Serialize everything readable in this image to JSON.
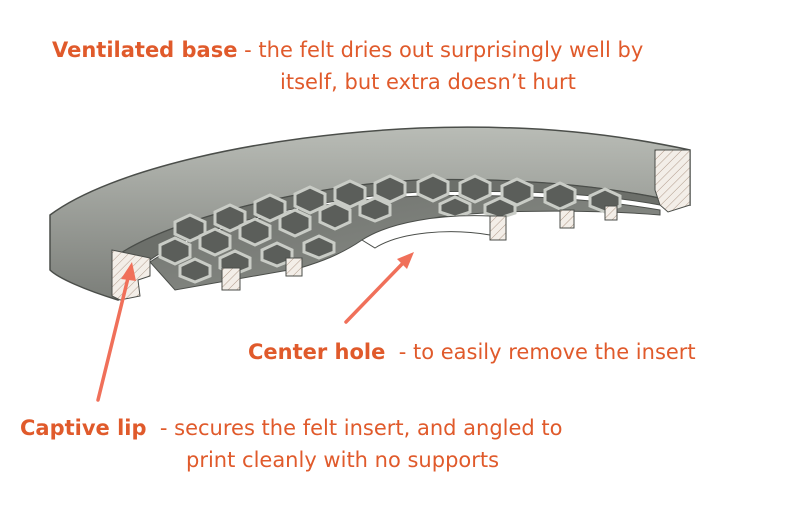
{
  "annotations": {
    "ventilated": {
      "title": "Ventilated base",
      "desc_line1": " - the felt dries out surprisingly well by",
      "desc_line2": "itself, but extra doesn’t hurt"
    },
    "center_hole": {
      "title": "Center hole",
      "desc": "  - to easily remove the insert"
    },
    "captive_lip": {
      "title": "Captive lip",
      "desc_line1": "  - secures the felt insert, and angled to",
      "desc_line2": "print cleanly with no supports"
    }
  },
  "colors": {
    "accent": "#e05a2b",
    "arrow": "#f0705a",
    "part_fill": "#8c8f8a",
    "part_shadow": "#5f625e",
    "section_fill": "#f1ece6"
  }
}
